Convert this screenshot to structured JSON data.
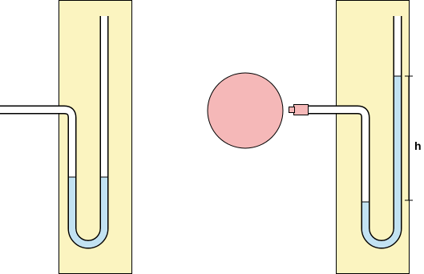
{
  "labels": {
    "height": "h"
  },
  "colors": {
    "background": "#ffffff",
    "board": "#fbf4c0",
    "board_outline": "#000000",
    "tube_fill": "#ffffff",
    "tube_outline": "#000000",
    "liquid": "#c2e2f2",
    "bulb": "#f5b8b8",
    "connector": "#f5b8b8",
    "dimension_line": "#000000"
  },
  "icons": {
    "left_manometer": "open-u-tube-manometer",
    "right_manometer": "u-tube-manometer-with-bulb",
    "bulb": "gas-bulb",
    "connector": "tube-connector"
  }
}
